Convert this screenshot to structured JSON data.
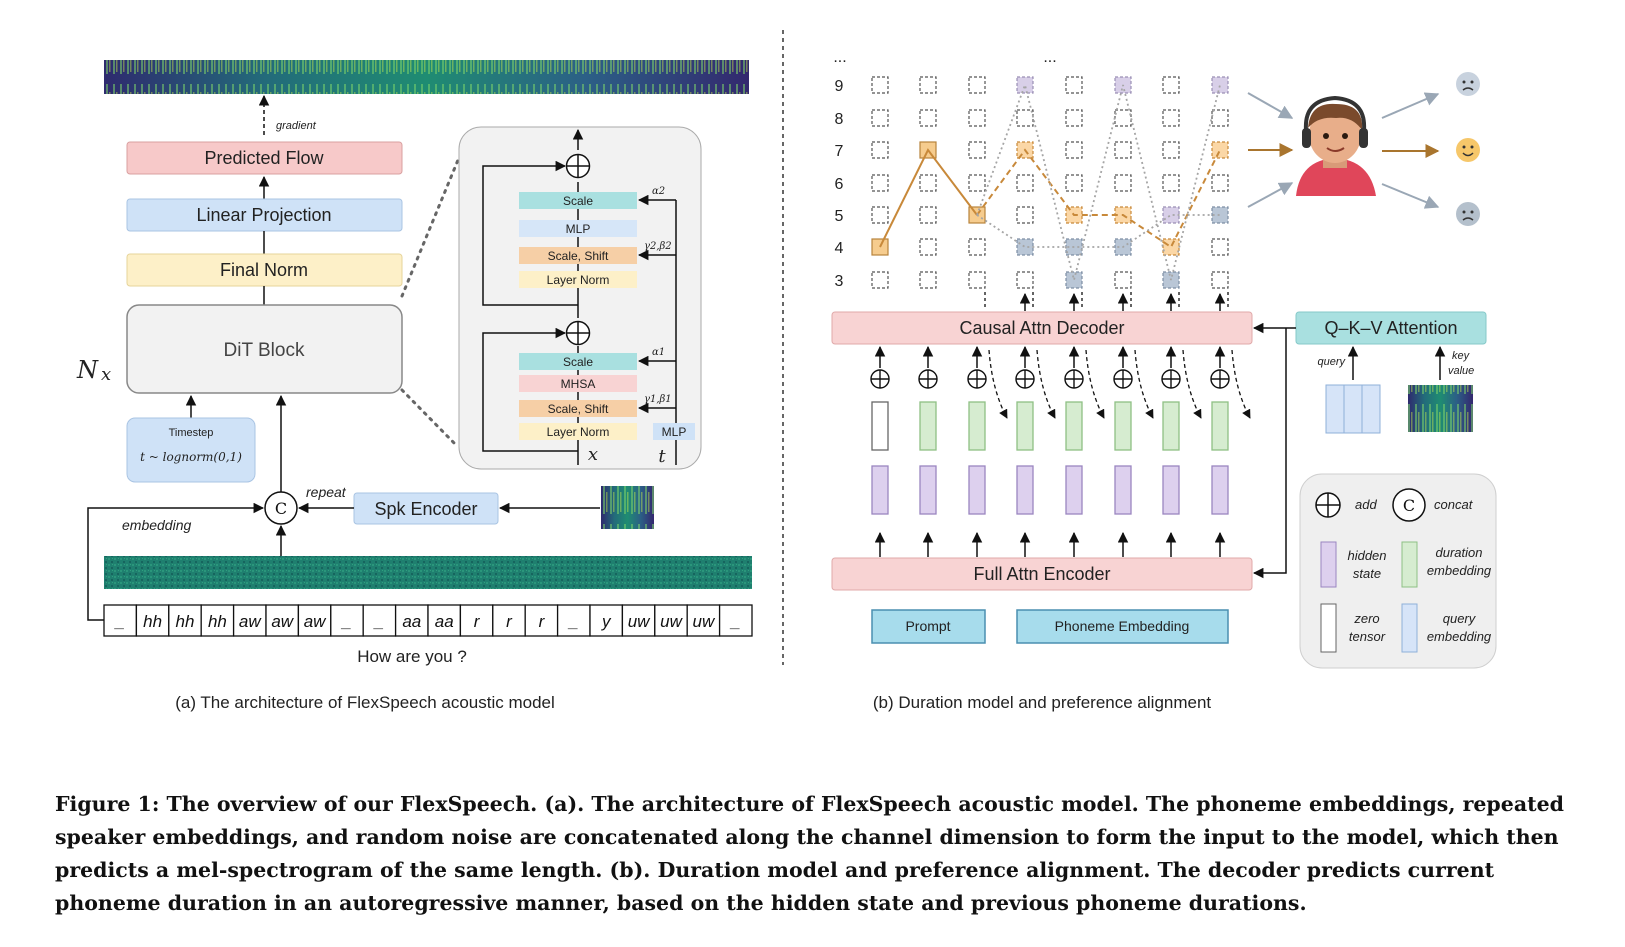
{
  "left_panel": {
    "gradient_label": "gradient",
    "predicted_flow": "Predicted Flow",
    "linear_projection": "Linear Projection",
    "final_norm": "Final Norm",
    "dit_block": "DiT Block",
    "nx_label": "N",
    "nx_sub": "x",
    "timestep_title": "Timestep",
    "timestep_formula": "t ~ lognorm(0,1)",
    "concat_symbol": "C",
    "repeat_label": "repeat",
    "embedding_label": "embedding",
    "spk_encoder": "Spk Encoder",
    "phonemes": [
      "_",
      "hh",
      "hh",
      "hh",
      "aw",
      "aw",
      "aw",
      "_",
      "_",
      "aa",
      "aa",
      "r",
      "r",
      "r",
      "_",
      "y",
      "uw",
      "uw",
      "uw",
      "_"
    ],
    "sentence": "How are you ?",
    "dit_detail": {
      "upper": [
        "Scale",
        "MLP",
        "Scale, Shift",
        "Layer Norm"
      ],
      "lower": [
        "Scale",
        "MHSA",
        "Scale, Shift",
        "Layer Norm"
      ],
      "alpha2": "α2",
      "gamma2_beta2": "γ2,β2",
      "alpha1": "α1",
      "gamma1_beta1": "γ1,β1",
      "mlp": "MLP",
      "x_label": "x",
      "t_label": "t"
    },
    "caption": "(a) The architecture of FlexSpeech acoustic model"
  },
  "right_panel": {
    "ellipsis_left": "...",
    "ellipsis_mid": "...",
    "y_labels": [
      "9",
      "8",
      "7",
      "6",
      "5",
      "4",
      "3"
    ],
    "decoder": "Causal Attn Decoder",
    "encoder": "Full Attn Encoder",
    "qkv": "Q–K–V Attention",
    "query_label": "query",
    "key_label": "key",
    "value_label": "value",
    "prompt": "Prompt",
    "phoneme_embedding": "Phoneme Embedding",
    "legend": {
      "add": "add",
      "concat_symbol": "C",
      "concat": "concat",
      "hidden": "hidden",
      "state": "state",
      "duration": "duration",
      "duration_embedding": "embedding",
      "zero": "zero",
      "tensor": "tensor",
      "query": "query",
      "query_embedding": "embedding"
    },
    "caption": "(b) Duration model and preference alignment"
  },
  "colors": {
    "pink": "#f7c9c9",
    "blue": "#cfe2f7",
    "yellow": "#fdf0c8",
    "gray_box": "#f2f2f2",
    "teal": "#a9e0e0",
    "orange": "#f6cfa6",
    "light_pink": "#f8d3d3",
    "cyan_box": "#a7dcec",
    "brown_path": "#c8893a",
    "gray_path": "#a5a5a5",
    "purple": "#c9b8e0",
    "green": "#c9e6c4"
  },
  "figure_caption": "Figure 1: The overview of our FlexSpeech. (a). The architecture of FlexSpeech acoustic model. The phoneme embeddings, repeated speaker embeddings, and random noise are concatenated along the channel dimension to form the input to the model, which then predicts a mel-spectrogram of the same length. (b). Duration model and preference alignment. The decoder predicts current phoneme duration in an autoregressive manner, based on the hidden state and previous phoneme durations."
}
